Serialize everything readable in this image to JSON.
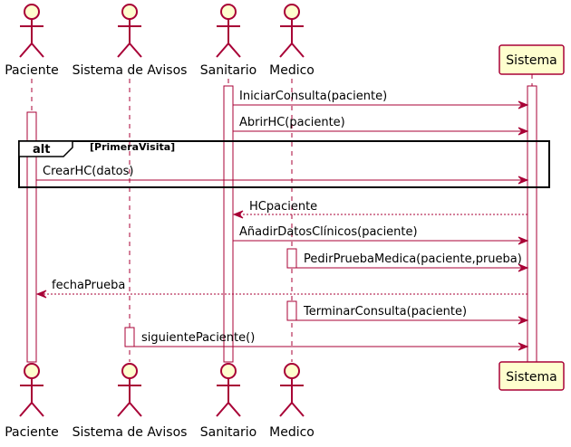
{
  "participants": [
    {
      "name": "Paciente",
      "shape": "actor-icon"
    },
    {
      "name": "Sistema de Avisos",
      "shape": "actor-icon"
    },
    {
      "name": "Sanitario",
      "shape": "actor-icon"
    },
    {
      "name": "Medico",
      "shape": "actor-icon"
    },
    {
      "name": "Sistema",
      "shape": "participant-box"
    }
  ],
  "fragment": {
    "operator": "alt",
    "condition": "[PrimeraVisita]",
    "contains_messages": [
      2
    ]
  },
  "messages": [
    {
      "from": 2,
      "to": 4,
      "label": "IniciarConsulta(paciente)",
      "dashed": false
    },
    {
      "from": 2,
      "to": 4,
      "label": "AbrirHC(paciente)",
      "dashed": false
    },
    {
      "from": 0,
      "to": 4,
      "label": "CrearHC(datos)",
      "dashed": false
    },
    {
      "from": 4,
      "to": 2,
      "label": "HCpaciente",
      "dashed": true
    },
    {
      "from": 2,
      "to": 4,
      "label": "AñadirDatosClínicos(paciente)",
      "dashed": false
    },
    {
      "from": 3,
      "to": 4,
      "label": "PedirPruebaMedica(paciente,prueba)",
      "dashed": false
    },
    {
      "from": 4,
      "to": 0,
      "label": "fechaPrueba",
      "dashed": true
    },
    {
      "from": 3,
      "to": 4,
      "label": "TerminarConsulta(paciente)",
      "dashed": false
    },
    {
      "from": 1,
      "to": 4,
      "label": "siguientePaciente()",
      "dashed": false
    }
  ],
  "colors": {
    "line": "#A80036",
    "fill": "#FEFECE",
    "frame": "#000000",
    "text": "#000000",
    "background": "#FFFFFF"
  }
}
